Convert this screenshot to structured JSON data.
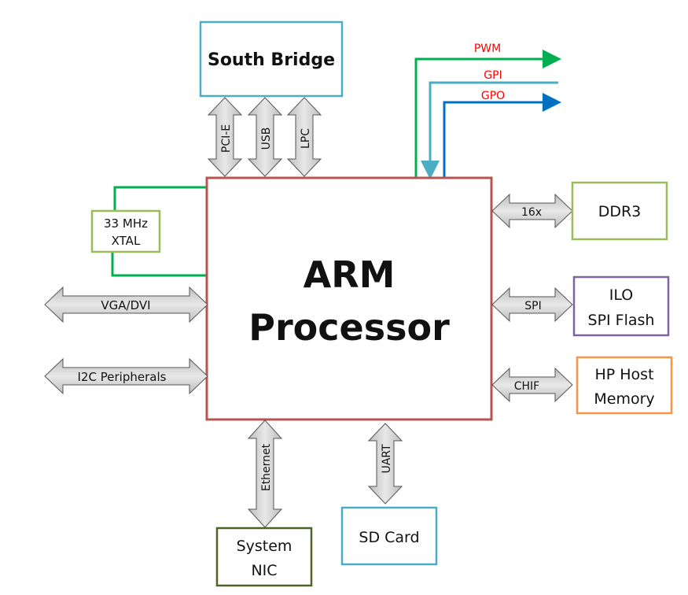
{
  "diagram": {
    "processor": {
      "label_line1": "ARM",
      "label_line2": "Processor",
      "border_color": "#b85450"
    },
    "blocks": {
      "south_bridge": {
        "label": "South Bridge",
        "border_color": "#4bacc6"
      },
      "xtal": {
        "label_line1": "33 MHz",
        "label_line2": "XTAL",
        "border_color": "#9bbb59"
      },
      "ddr3": {
        "label": "DDR3",
        "border_color": "#9bbb59"
      },
      "ilo_flash": {
        "label_line1": "ILO",
        "label_line2": "SPI Flash",
        "border_color": "#8064a2"
      },
      "hp_host_memory": {
        "label_line1": "HP Host",
        "label_line2": "Memory",
        "border_color": "#f79646"
      },
      "system_nic": {
        "label_line1": "System",
        "label_line2": "NIC",
        "border_color": "#4f6228"
      },
      "sd_card": {
        "label": "SD Card",
        "border_color": "#4bacc6"
      }
    },
    "buses": {
      "pcie": "PCI-E",
      "usb": "USB",
      "lpc": "LPC",
      "vga_dvi": "VGA/DVI",
      "i2c": "I2C Peripherals",
      "ddr": "16x",
      "spi": "SPI",
      "chif": "CHIF",
      "ethernet": "Ethernet",
      "uart": "UART"
    },
    "signals": [
      {
        "label": "PWM",
        "color": "#00b050",
        "direction": "out"
      },
      {
        "label": "GPI",
        "color": "#4bacc6",
        "direction": "in"
      },
      {
        "label": "GPO",
        "color": "#0070c0",
        "direction": "out"
      }
    ],
    "signal_label_color": "#ff0000",
    "xtal_wire_color": "#00b050",
    "arrow_fill": "#d4d4d4"
  }
}
